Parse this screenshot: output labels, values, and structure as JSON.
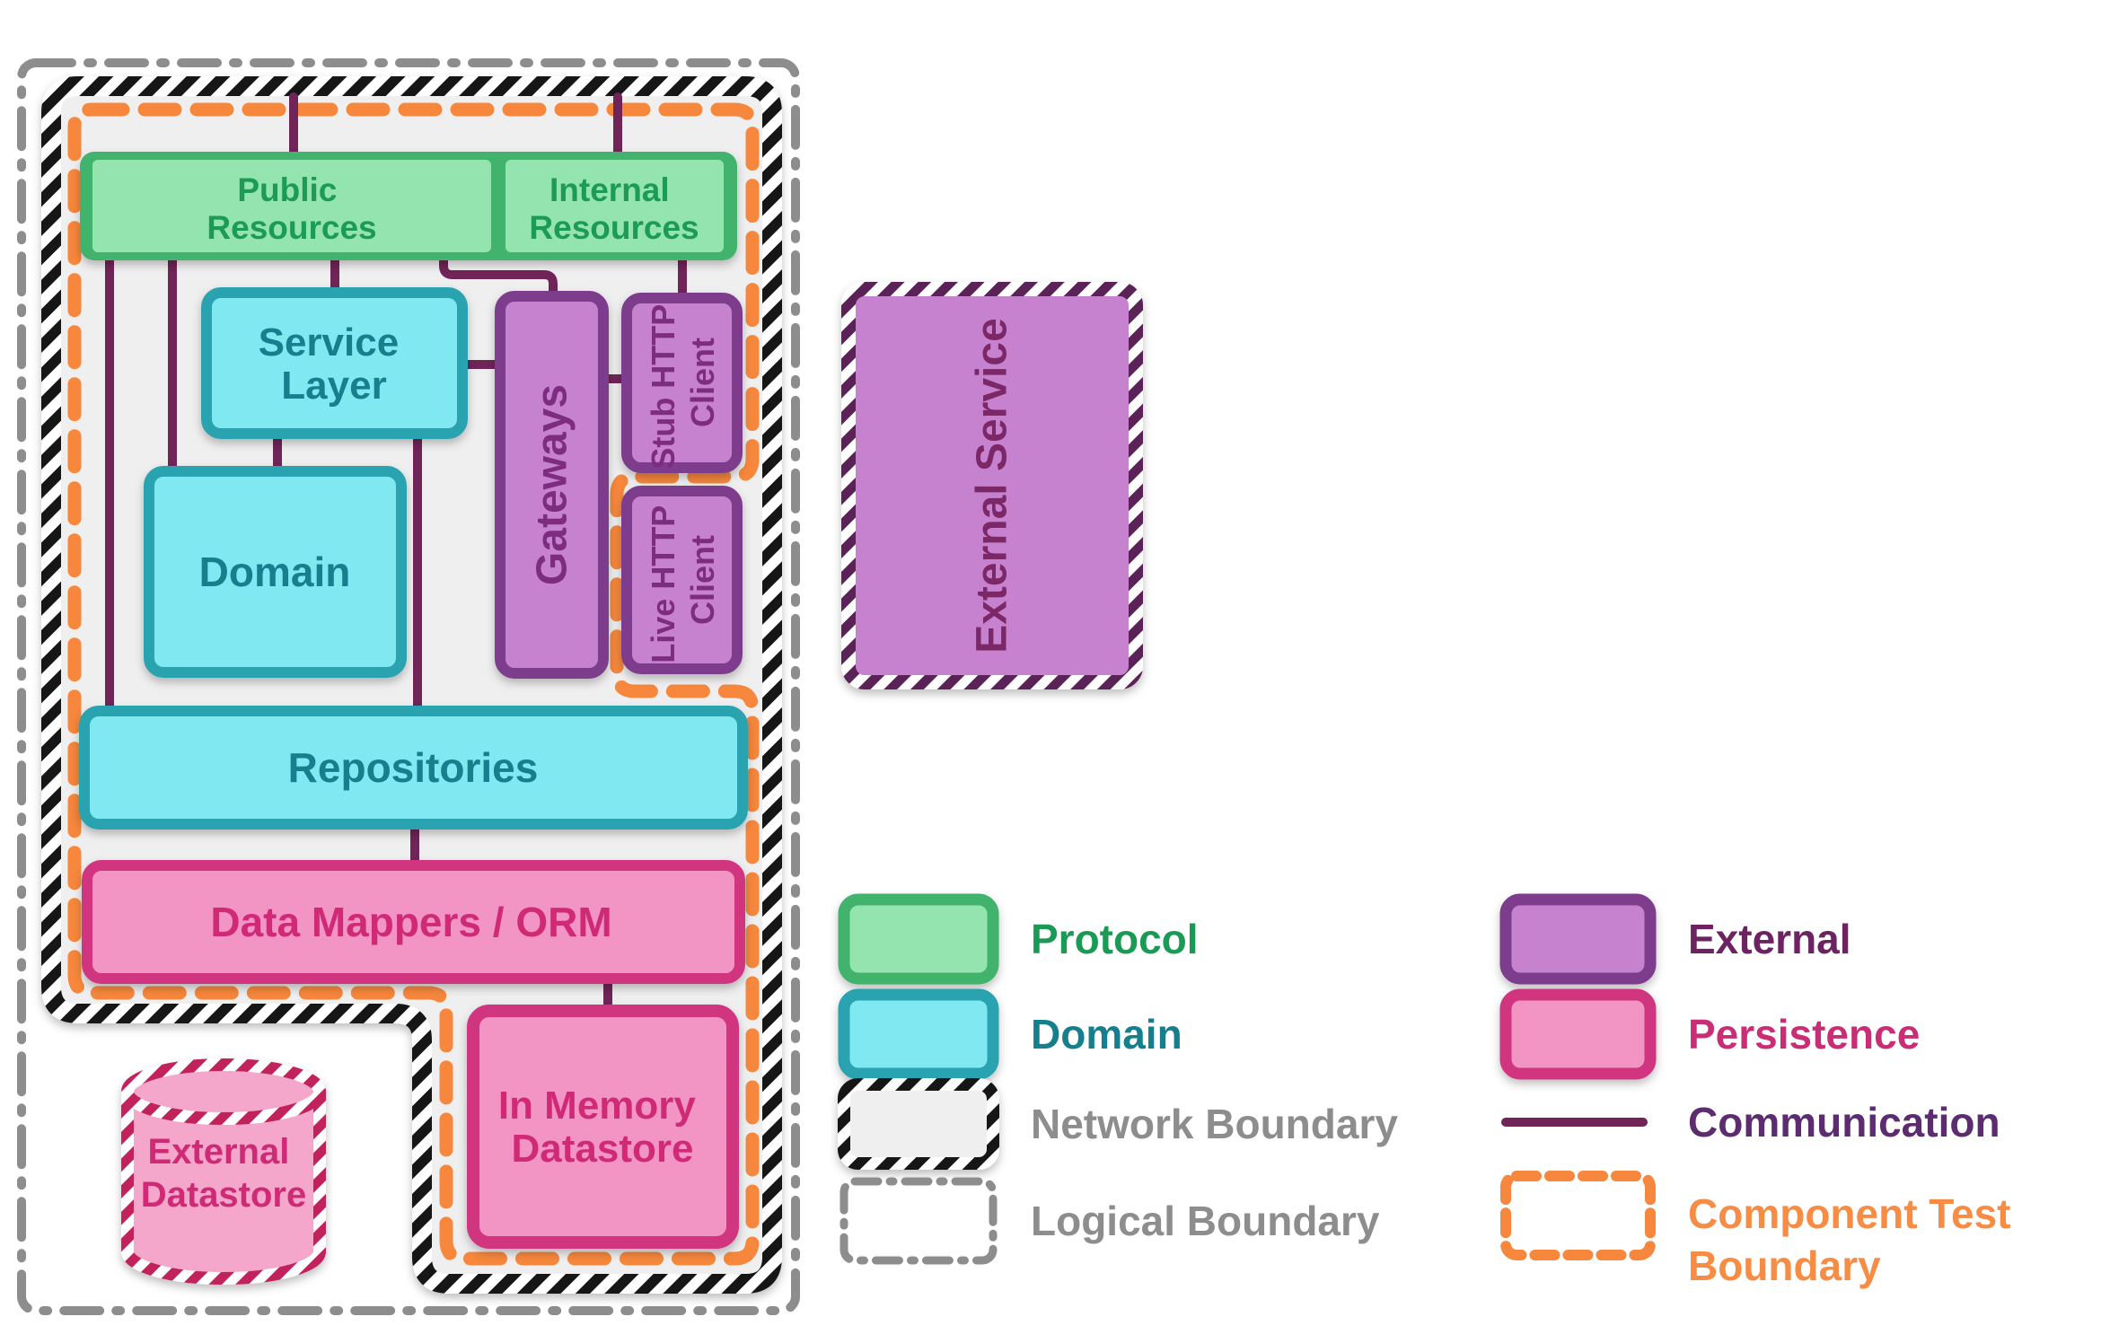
{
  "diagram": {
    "nodes": {
      "public_resources": {
        "label": "Public Resources",
        "line1": "Public",
        "line2": "Resources",
        "type": "protocol"
      },
      "internal_resources": {
        "label": "Internal Resources",
        "line1": "Internal",
        "line2": "Resources",
        "type": "protocol"
      },
      "service_layer": {
        "label": "Service Layer",
        "line1": "Service",
        "line2": "Layer",
        "type": "domain"
      },
      "domain": {
        "label": "Domain",
        "type": "domain"
      },
      "gateways": {
        "label": "Gateways",
        "type": "external"
      },
      "stub_http_client": {
        "label": "Stub HTTP Client",
        "line1": "Stub HTTP",
        "line2": "Client",
        "type": "external"
      },
      "live_http_client": {
        "label": "Live HTTP Client",
        "line1": "Live HTTP",
        "line2": "Client",
        "type": "external"
      },
      "repositories": {
        "label": "Repositories",
        "type": "domain"
      },
      "data_mappers_orm": {
        "label": "Data Mappers / ORM",
        "type": "persistence"
      },
      "in_memory_datastore": {
        "label": "In Memory Datastore",
        "line1": "In Memory",
        "line2": "Datastore",
        "type": "persistence"
      },
      "external_datastore": {
        "label": "External Datastore",
        "line1": "External",
        "line2": "Datastore",
        "type": "persistence"
      },
      "external_service": {
        "label": "External Service",
        "type": "external"
      }
    },
    "boundaries": {
      "network_boundary": "Network Boundary",
      "logical_boundary": "Logical Boundary",
      "component_test_boundary": "Component Test Boundary"
    }
  },
  "legend": {
    "protocol": {
      "label": "Protocol"
    },
    "domain": {
      "label": "Domain"
    },
    "network_boundary": {
      "label": "Network Boundary"
    },
    "logical_boundary": {
      "label": "Logical Boundary"
    },
    "external": {
      "label": "External"
    },
    "persistence": {
      "label": "Persistence"
    },
    "communication": {
      "label": "Communication"
    },
    "component_test_boundary": {
      "label": "Component Test Boundary",
      "line1": "Component Test",
      "line2": "Boundary"
    }
  },
  "colors": {
    "protocol_fill": "#93e4ae",
    "protocol_border": "#43b36c",
    "protocol_text": "#1b9b55",
    "domain_fill": "#7fe8f1",
    "domain_border": "#2aa3b0",
    "domain_text": "#157f8d",
    "external_fill": "#c782cf",
    "external_border": "#7d3e8c",
    "external_text": "#7e2c7f",
    "persistence_fill": "#f295c5",
    "persistence_border": "#d23480",
    "persistence_text": "#d02a77",
    "communication_line": "#702458",
    "component_test_boundary": "#f6873c",
    "network_hatch": "#161616",
    "logical_gray": "#8d8d8d",
    "interior_bg": "#f0eff0",
    "legend_external_text": "#6d2262",
    "legend_communication_text": "#5c2b70",
    "legend_gray_text": "#8d8d8d",
    "legend_orange_text": "#f78c44"
  }
}
